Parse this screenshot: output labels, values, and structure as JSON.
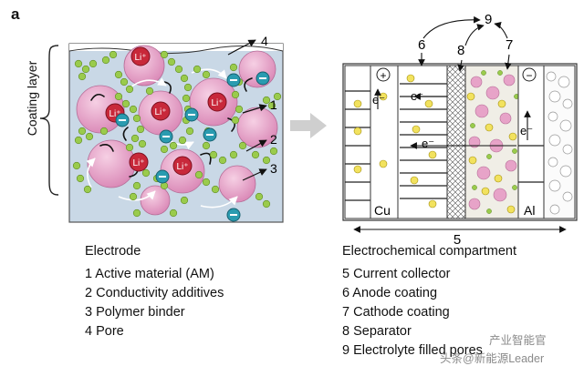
{
  "panel_letter": "a",
  "coating_layer_label": "Coating layer",
  "electrode": {
    "title": "Electrode",
    "items": [
      "1 Active material (AM)",
      "2 Conductivity additives",
      "3 Polymer binder",
      "4 Pore"
    ],
    "callouts": [
      "4",
      "1",
      "2",
      "3"
    ],
    "ion_label": "Li⁺"
  },
  "compartment": {
    "title": "Electrochemical compartment",
    "items": [
      "5 Current collector",
      "6 Anode coating",
      "7 Cathode coating",
      "8 Separator",
      "9 Electrolyte filled pores"
    ],
    "top_labels": {
      "anode": "6",
      "separator": "8",
      "cathode": "7",
      "pores": "9"
    },
    "bottom_label": "5",
    "cu_label": "Cu",
    "al_label": "Al",
    "plus_sign": "+",
    "minus_sign": "−",
    "electron_label": "e⁻"
  },
  "watermark": {
    "line1": "产业智能官",
    "line2": "头条@新能源Leader"
  },
  "colors": {
    "am_particle": "#e7a3c8",
    "additive": "#9acb4c",
    "ion": "#c8283a",
    "electron": "#2a9bb0",
    "pore": "#f2e25e",
    "panel_bg": "#c9d8e6"
  }
}
